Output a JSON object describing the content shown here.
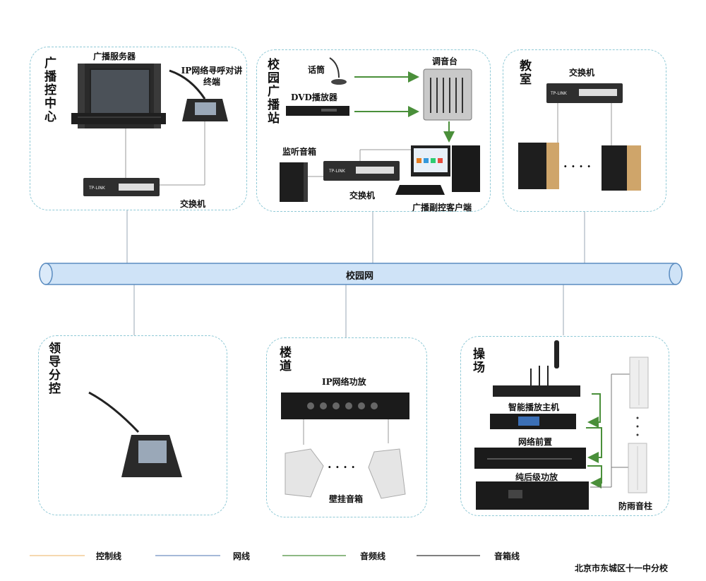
{
  "backbone": {
    "label": "校园网"
  },
  "panels": {
    "control_center": {
      "title": "广播控中心",
      "server": "广播服务器",
      "intercom": "IP网络寻呼对讲终端",
      "switch": "交换机"
    },
    "station": {
      "title": "校园广播站",
      "mic": "话筒",
      "dvd": "DVD播放器",
      "mixer": "调音台",
      "monitor_speaker": "监听音箱",
      "switch": "交换机",
      "client": "广播副控客户端"
    },
    "classroom": {
      "title": "教室",
      "switch": "交换机",
      "dots": "· · · ·"
    },
    "leader": {
      "title": "领导分控"
    },
    "corridor": {
      "title": "楼道",
      "amp": "IP网络功放",
      "dots": "· · · ·",
      "wall_speaker": "壁挂音箱"
    },
    "playground": {
      "title": "操场",
      "player": "智能播放主机",
      "preamp": "网络前置",
      "power_amp": "纯后级功放",
      "column_speaker": "防雨音柱",
      "dots": "·\n·\n·"
    }
  },
  "legend": {
    "control": "控制线",
    "network": "网线",
    "audio": "音频线",
    "speaker": "音箱线"
  },
  "colors": {
    "control": "#f0c080",
    "network": "#6f8fc0",
    "audio": "#4a8f3a",
    "speaker": "#333333",
    "panel_border": "#8fc9d6",
    "backbone_fill": "#cfe3f7"
  },
  "footer": "北京市东城区十一中分校"
}
